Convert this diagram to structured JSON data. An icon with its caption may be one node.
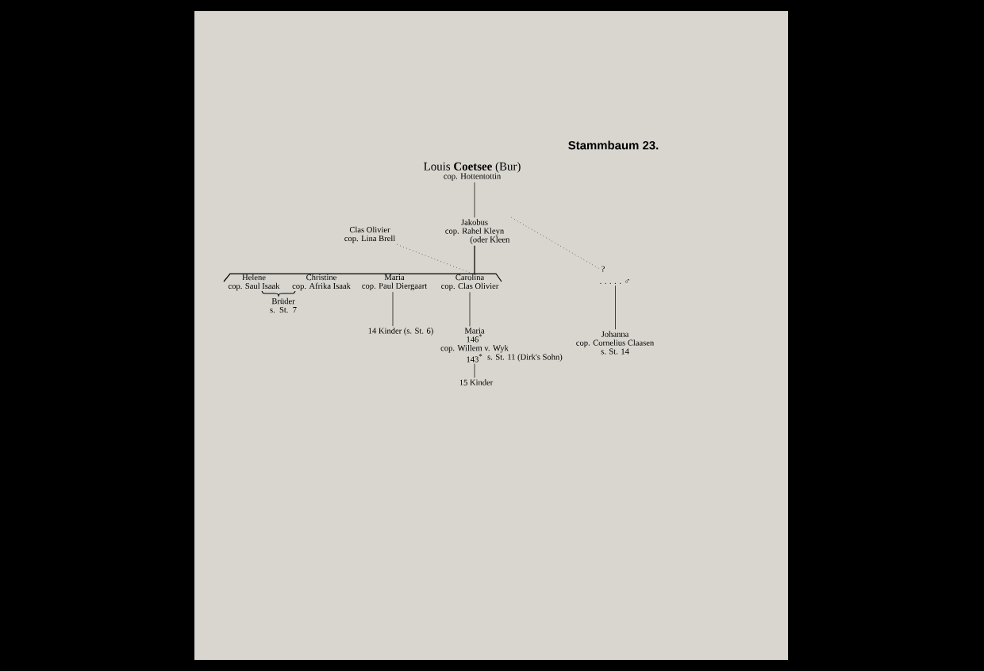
{
  "diagram": {
    "title": "Stammbaum 23.",
    "nodes": [
      {
        "text": [
          "Louis **Coetsee** (Bur)",
          "cop. Hottentottin"
        ]
      },
      {
        "text": [
          "Jakobus",
          "cop. Rahel Kleyn",
          "(oder Kleen"
        ]
      },
      {
        "text": [
          "Clas Olivier",
          "cop. Lina Brell"
        ]
      },
      {
        "text": [
          "?"
        ]
      },
      {
        "text": [
          ". . . . . ♂"
        ]
      },
      {
        "text": [
          "Helene",
          "cop. Saul Isaak"
        ]
      },
      {
        "text": [
          "Christine",
          "cop. Afrika Isaak"
        ]
      },
      {
        "text": [
          "Maria",
          "cop. Paul Diergaart"
        ]
      },
      {
        "text": [
          "Carolina",
          "cop. Clas Olivier"
        ]
      },
      {
        "text": [
          "14 Kinder (s. St. 6)"
        ]
      },
      {
        "text": [
          "Maria",
          "146$^{*}$",
          "cop. Willem v. Wyk",
          "143$^{*}$"
        ],
        "beside": [
          "s. St. 11 (Dirk's Sohn)"
        ]
      },
      {
        "text": [
          "15 Kinder"
        ]
      },
      {
        "text": [
          "Johanna",
          "cop. Cornelius Claasen",
          "s. St. 14"
        ]
      }
    ],
    "edges": [
      {
        "from": 0,
        "to": 1,
        "arrow": "none"
      },
      {
        "from": 1,
        "to": 5,
        "arrow": "none"
      },
      {
        "from": 1,
        "to": 6,
        "arrow": "none"
      },
      {
        "from": 1,
        "to": 7,
        "arrow": "none"
      },
      {
        "from": 1,
        "to": 8,
        "arrow": "none"
      },
      {
        "from": 2,
        "to": 8,
        "arrow": "none",
        "style": "dashed"
      },
      {
        "from": 1,
        "to": 3,
        "arrow": "none",
        "style": "dashed"
      },
      {
        "from": 4,
        "to": 12,
        "arrow": "none"
      },
      {
        "from": 7,
        "to": 9,
        "arrow": "none"
      },
      {
        "from": 8,
        "to": 10,
        "arrow": "none"
      },
      {
        "from": 10,
        "to": 11,
        "arrow": "none"
      }
    ],
    "labels": [
      "Brüder s. St. 7"
    ]
  }
}
